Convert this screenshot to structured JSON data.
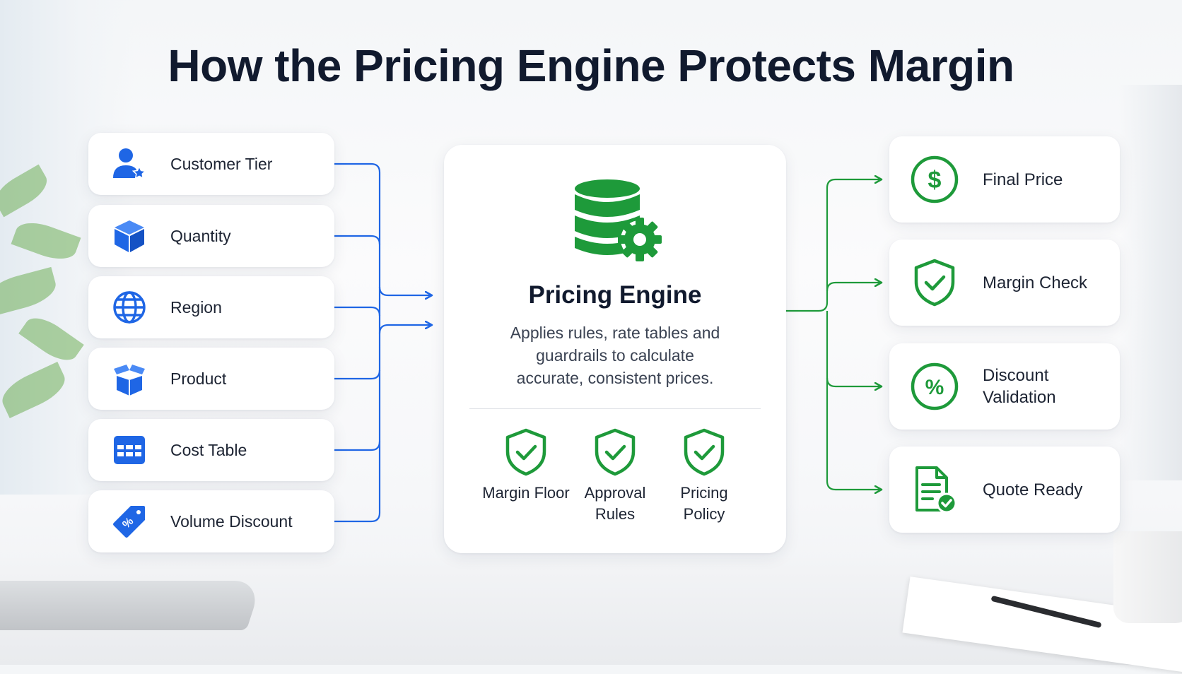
{
  "title": "How the Pricing Engine Protects Margin",
  "colors": {
    "input_accent": "#1f66e5",
    "output_accent": "#1e9a3a",
    "title": "#111a2e"
  },
  "inputs": [
    {
      "label": "Customer Tier",
      "icon": "customer-tier-icon"
    },
    {
      "label": "Quantity",
      "icon": "quantity-box-icon"
    },
    {
      "label": "Region",
      "icon": "globe-icon"
    },
    {
      "label": "Product",
      "icon": "product-box-icon"
    },
    {
      "label": "Cost Table",
      "icon": "table-icon"
    },
    {
      "label": "Volume Discount",
      "icon": "discount-tag-icon"
    }
  ],
  "engine": {
    "title": "Pricing Engine",
    "description": "Applies rules, rate tables and guardrails to calculate accurate, consistent prices.",
    "icon": "database-gear-icon",
    "guardrails": [
      {
        "label": "Margin Floor",
        "icon": "shield-check-icon"
      },
      {
        "label": "Approval Rules",
        "icon": "shield-check-icon"
      },
      {
        "label": "Pricing Policy",
        "icon": "shield-check-icon"
      }
    ]
  },
  "outputs": [
    {
      "label": "Final Price",
      "icon": "dollar-circle-icon"
    },
    {
      "label": "Margin Check",
      "icon": "shield-check-icon"
    },
    {
      "label": "Discount Validation",
      "icon": "percent-circle-icon"
    },
    {
      "label": "Quote Ready",
      "icon": "document-check-icon"
    }
  ]
}
